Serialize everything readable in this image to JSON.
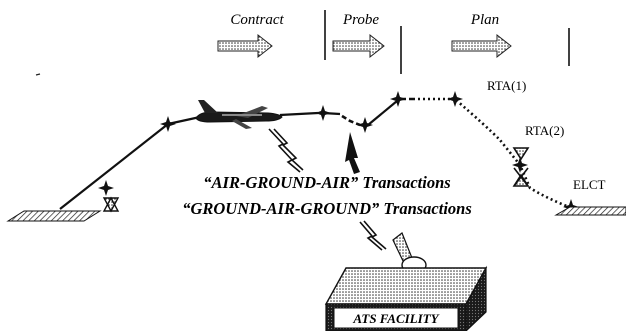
{
  "phases": {
    "contract": "Contract",
    "probe": "Probe",
    "plan": "Plan"
  },
  "labels": {
    "rta1": "RTA(1)",
    "rta2": "RTA(2)",
    "elct": "ELCT",
    "air_ground_air": "“AIR-GROUND-AIR” Transactions",
    "ground_air_ground": "“GROUND-AIR-GROUND” Transactions",
    "facility": "ATS FACILITY"
  },
  "colors": {
    "ink": "#111111",
    "arrow_fill": "#d9d9d9",
    "box_top": "#f2f2f2",
    "box_side": "#1a1a1a"
  },
  "icons": [
    "aircraft-icon",
    "waypoint-icon",
    "runway-icon",
    "rta-marker-icon",
    "lightning-icon",
    "antenna-dish-icon"
  ]
}
